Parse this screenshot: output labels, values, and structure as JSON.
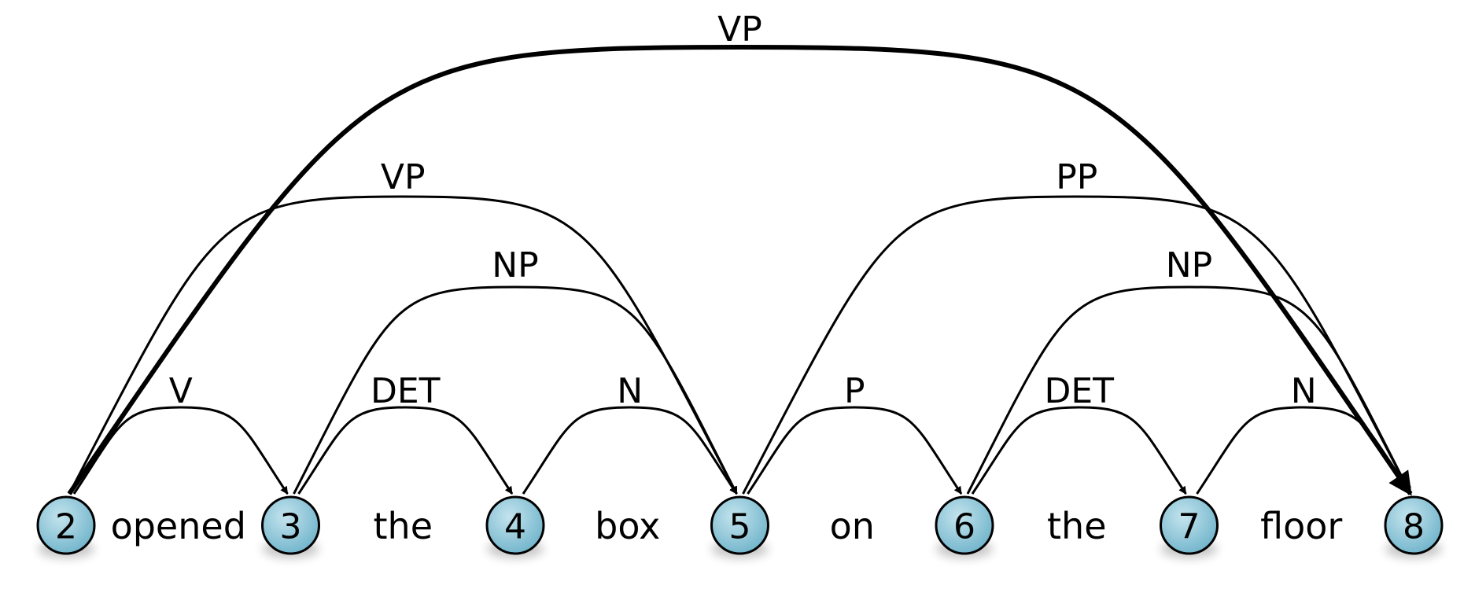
{
  "nodes": [
    "2",
    "3",
    "4",
    "5",
    "6",
    "7",
    "8"
  ],
  "words": [
    "opened",
    "the",
    "box",
    "on",
    "the",
    "floor"
  ],
  "edges": [
    {
      "from": "2",
      "to": "3",
      "label": "V"
    },
    {
      "from": "3",
      "to": "4",
      "label": "DET"
    },
    {
      "from": "4",
      "to": "5",
      "label": "N"
    },
    {
      "from": "5",
      "to": "6",
      "label": "P"
    },
    {
      "from": "6",
      "to": "7",
      "label": "DET"
    },
    {
      "from": "7",
      "to": "8",
      "label": "N"
    },
    {
      "from": "3",
      "to": "5",
      "label": "NP"
    },
    {
      "from": "6",
      "to": "8",
      "label": "NP"
    },
    {
      "from": "2",
      "to": "5",
      "label": "VP"
    },
    {
      "from": "5",
      "to": "8",
      "label": "PP"
    },
    {
      "from": "2",
      "to": "8",
      "label": "VP"
    }
  ],
  "colors": {
    "node_fill": "#7fbfd4",
    "node_fill_light": "#c4e4ee",
    "stroke": "#000000"
  }
}
